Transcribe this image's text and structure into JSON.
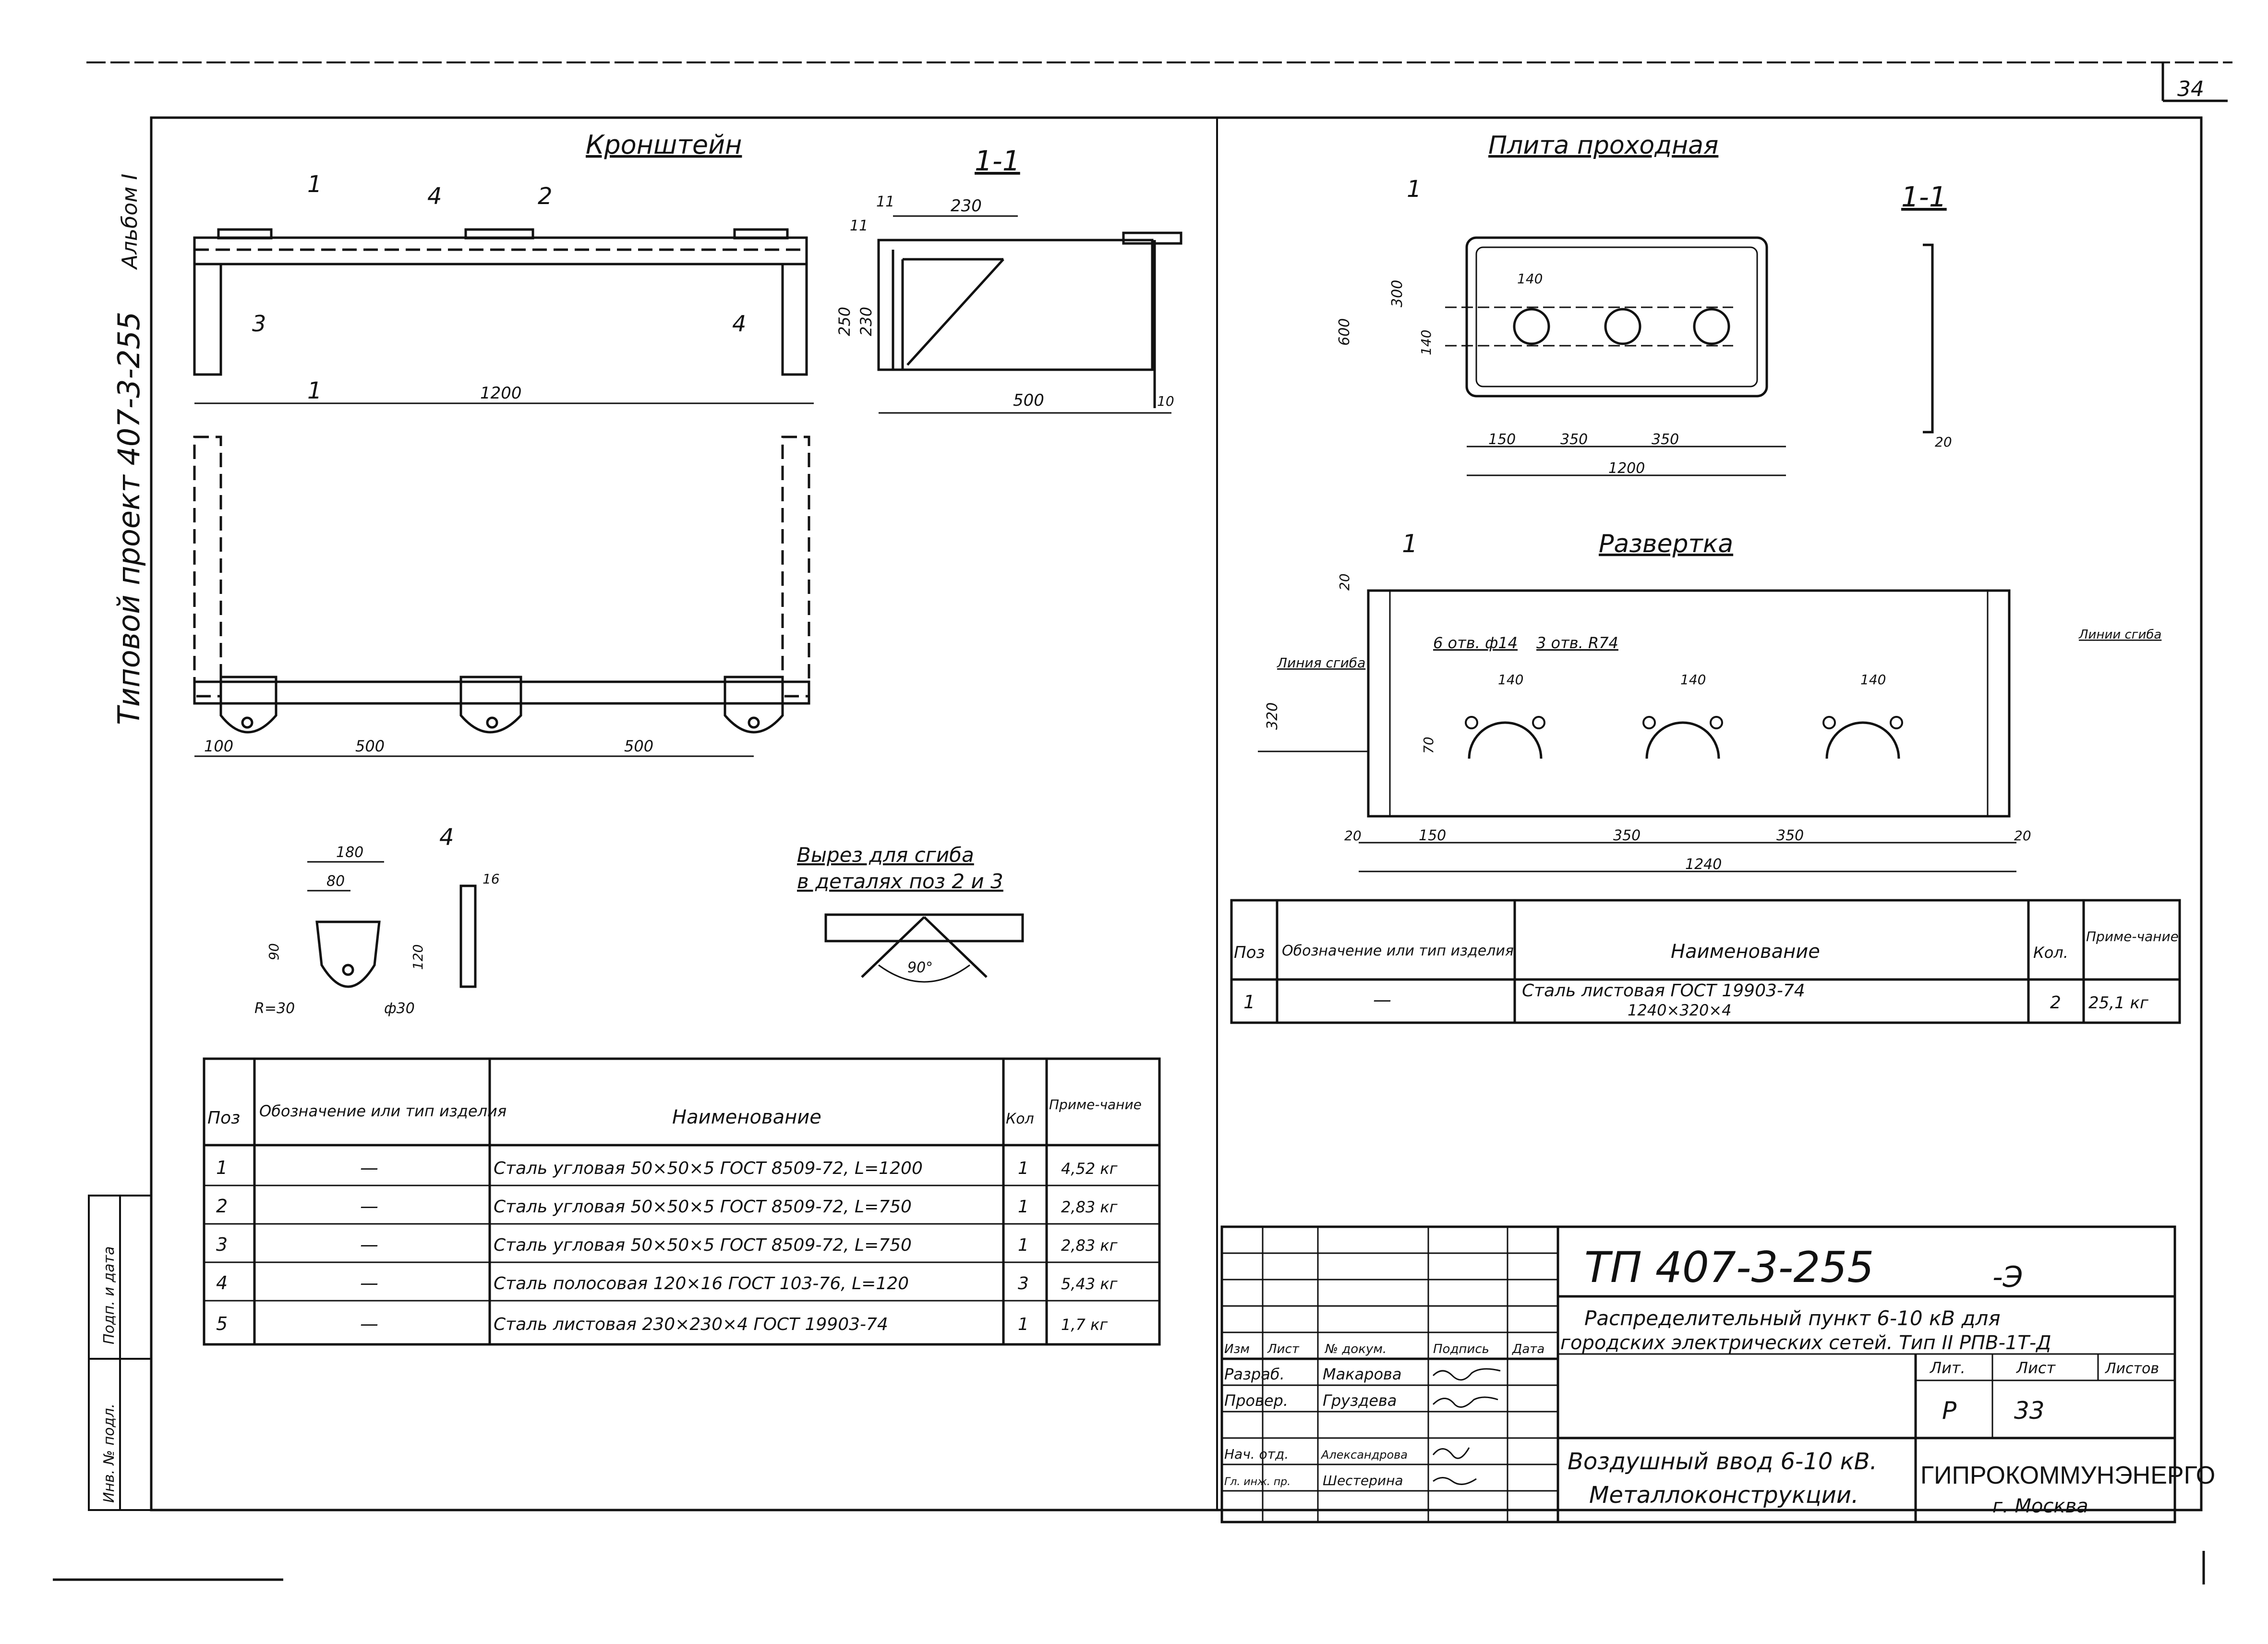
{
  "page_number": "34",
  "side_stamp": "Альбом I",
  "side_project": "Типовой проект 407-3-255",
  "left_columns": [
    "Инв. № подл.",
    "Подп. и дата"
  ],
  "bracket": {
    "title": "Кронштейн",
    "section_title": "1-1",
    "section_mark": "1",
    "callouts": [
      "1",
      "4",
      "2",
      "3",
      "4",
      "1"
    ],
    "dims_top": [
      "1200"
    ],
    "dims_section": [
      "11",
      "230",
      "11",
      "250",
      "230",
      "500",
      "10"
    ],
    "dims_bottom": [
      "100",
      "500",
      "500"
    ],
    "detail_dims": [
      "180",
      "80",
      "90",
      "120",
      "R=30",
      "ф30",
      "16"
    ],
    "detail_callout": "4",
    "cut_note": [
      "Вырез для сгиба",
      "в деталях поз 2 и 3"
    ],
    "cut_angle": "90°"
  },
  "bracket_spec": {
    "headers": [
      "Поз",
      "Обозначение или тип изделия",
      "Наименование",
      "Кол",
      "Приме-чание"
    ],
    "rows": [
      {
        "pos": "1",
        "designation": "—",
        "name": "Сталь угловая 50×50×5 ГОСТ 8509-72, L=1200",
        "qty": "1",
        "note": "4,52 кг"
      },
      {
        "pos": "2",
        "designation": "—",
        "name": "Сталь угловая 50×50×5 ГОСТ 8509-72, L=750",
        "qty": "1",
        "note": "2,83 кг"
      },
      {
        "pos": "3",
        "designation": "—",
        "name": "Сталь угловая 50×50×5 ГОСТ 8509-72, L=750",
        "qty": "1",
        "note": "2,83 кг"
      },
      {
        "pos": "4",
        "designation": "—",
        "name": "Сталь полосовая 120×16 ГОСТ 103-76, L=120",
        "qty": "3",
        "note": "5,43 кг"
      },
      {
        "pos": "5",
        "designation": "—",
        "name": "Сталь листовая 230×230×4 ГОСТ 19903-74",
        "qty": "1",
        "note": "1,7 кг"
      }
    ]
  },
  "plate": {
    "title": "Плита проходная",
    "section_title": "1-1",
    "callout": "1",
    "dims_plan": [
      "140",
      "300",
      "600",
      "140",
      "150",
      "350",
      "350",
      "1200"
    ],
    "section_dim": "20",
    "unfold_title": "Развертка",
    "unfold_callout": "1",
    "unfold_labels": [
      "6 отв. ф14",
      "3 отв. R74",
      "Линия сгиба",
      "Линии сгиба"
    ],
    "unfold_dims": [
      "20",
      "320",
      "140",
      "140",
      "140",
      "70",
      "20",
      "150",
      "350",
      "350",
      "20",
      "1240"
    ]
  },
  "plate_spec": {
    "headers": [
      "Поз",
      "Обозначение или тип изделия",
      "Наименование",
      "Кол.",
      "Приме-чание"
    ],
    "rows": [
      {
        "pos": "1",
        "designation": "—",
        "name": "Сталь листовая ГОСТ 19903-74",
        "name2": "1240×320×4",
        "qty": "2",
        "note": "25,1 кг"
      }
    ]
  },
  "title_block": {
    "code": "ТП 407-3-255",
    "suffix": "-Э",
    "description_1": "Распределительный пункт 6-10 кВ для",
    "description_2": "городских электрических сетей. Тип II РПВ-1Т-Д",
    "sheet_title_1": "Воздушный ввод 6-10 кВ.",
    "sheet_title_2": "Металлоконструкции.",
    "col_headers": [
      "Изм",
      "Лист",
      "№ докум.",
      "Подпись",
      "Дата"
    ],
    "people": [
      {
        "role": "Разраб.",
        "name": "Макарова"
      },
      {
        "role": "Провер.",
        "name": "Груздева"
      },
      {
        "role": "Нач. отд.",
        "name": "Александрова"
      },
      {
        "role": "Гл. инж. пр.",
        "name": "Шестерина"
      }
    ],
    "lit_header": "Лит.",
    "sheet_header": "Лист",
    "sheets_header": "Листов",
    "lit": "Р",
    "sheet": "33",
    "org": "ГИПРОКОММУНЭНЕРГО",
    "city": "г. Москва"
  }
}
